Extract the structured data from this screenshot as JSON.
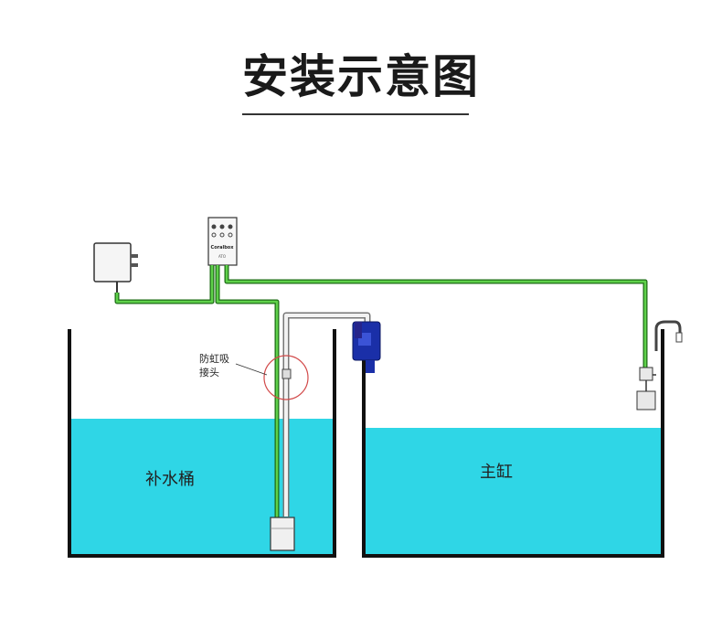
{
  "title": "安装示意图",
  "labels": {
    "reservoir": "补水桶",
    "main_tank": "主缸",
    "anti_siphon_line1": "防虹吸",
    "anti_siphon_line2": "接头",
    "controller_brand": "Coralbox",
    "controller_model": "ATO"
  },
  "colors": {
    "water": "#2fd6e6",
    "cable": "#3bb52e",
    "pump": "#1a2fa8",
    "tank_wall": "#111111"
  },
  "icons": [
    "power-adapter-icon",
    "controller-icon",
    "pump-icon",
    "float-sensor-icon",
    "optical-sensor-icon"
  ]
}
